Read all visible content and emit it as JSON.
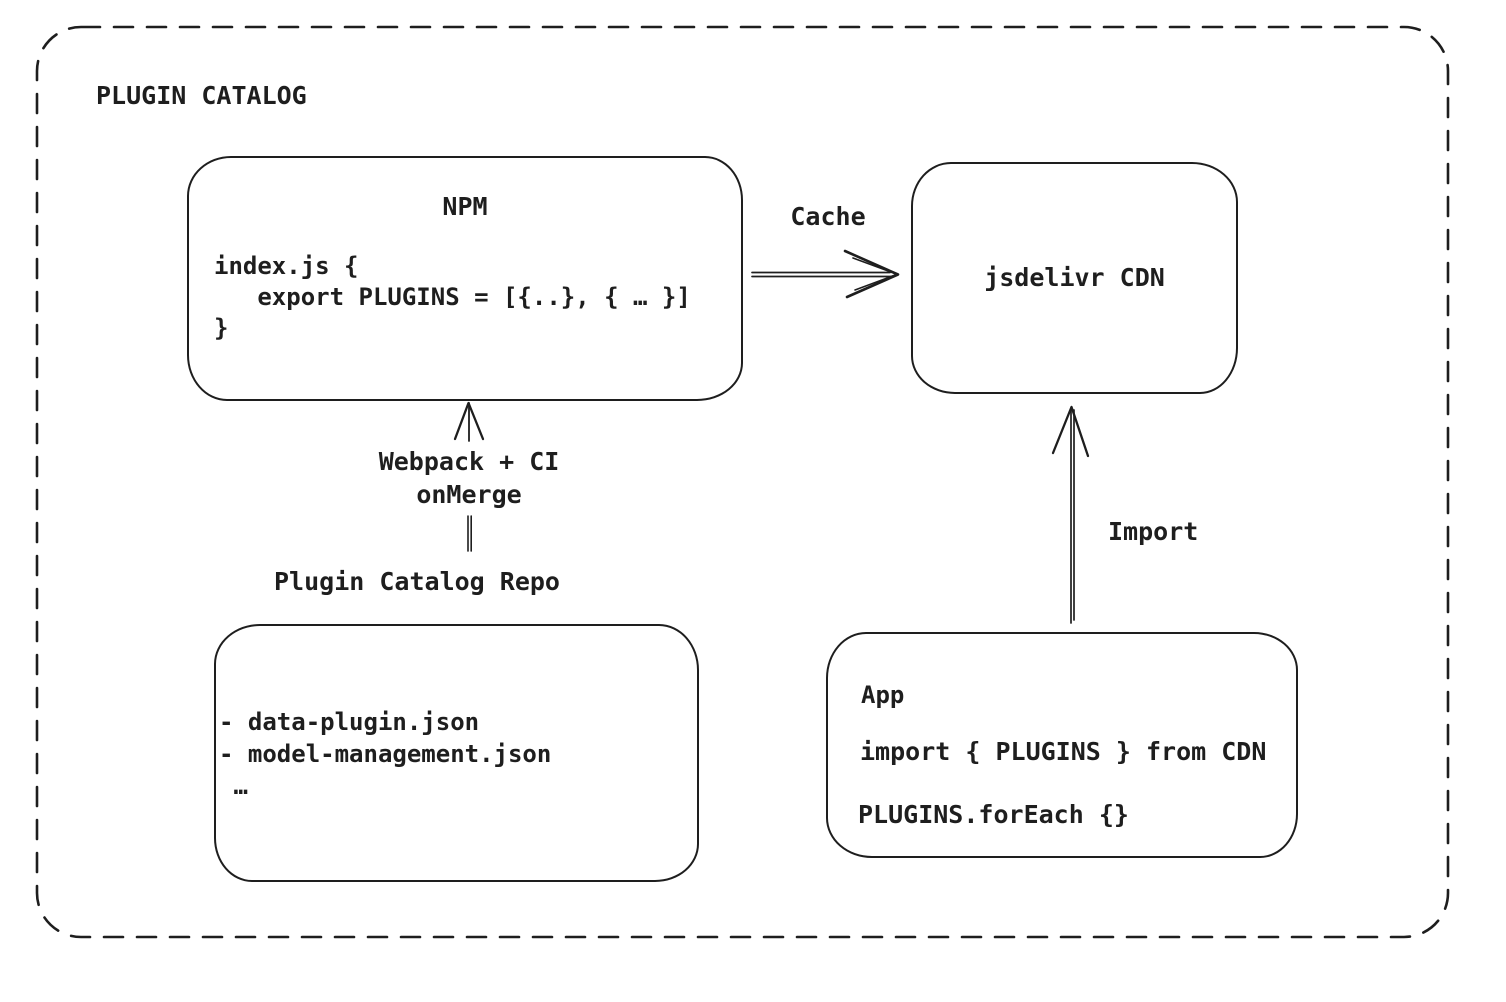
{
  "diagram": {
    "title": "PLUGIN CATALOG",
    "nodes": {
      "npm": {
        "title": "NPM",
        "code": "index.js {\n   export PLUGINS = [{..}, { … }]\n}"
      },
      "cdn": {
        "title": "jsdelivr CDN"
      },
      "repo": {
        "title": "Plugin Catalog Repo",
        "code": "- data-plugin.json\n- model-management.json\n …"
      },
      "app": {
        "title": "App",
        "lines": [
          "import { PLUGINS } from CDN",
          "PLUGINS.forEach {}"
        ]
      }
    },
    "edges": {
      "cache": {
        "label": "Cache",
        "from": "NPM",
        "to": "jsdelivr CDN"
      },
      "build": {
        "label_line1": "Webpack + CI",
        "label_line2": "onMerge",
        "from": "Plugin Catalog Repo",
        "to": "NPM"
      },
      "import": {
        "label": "Import",
        "from": "App",
        "to": "jsdelivr CDN"
      }
    },
    "colors": {
      "ink": "#1e1e1e",
      "canvas": "#ffffff"
    }
  }
}
